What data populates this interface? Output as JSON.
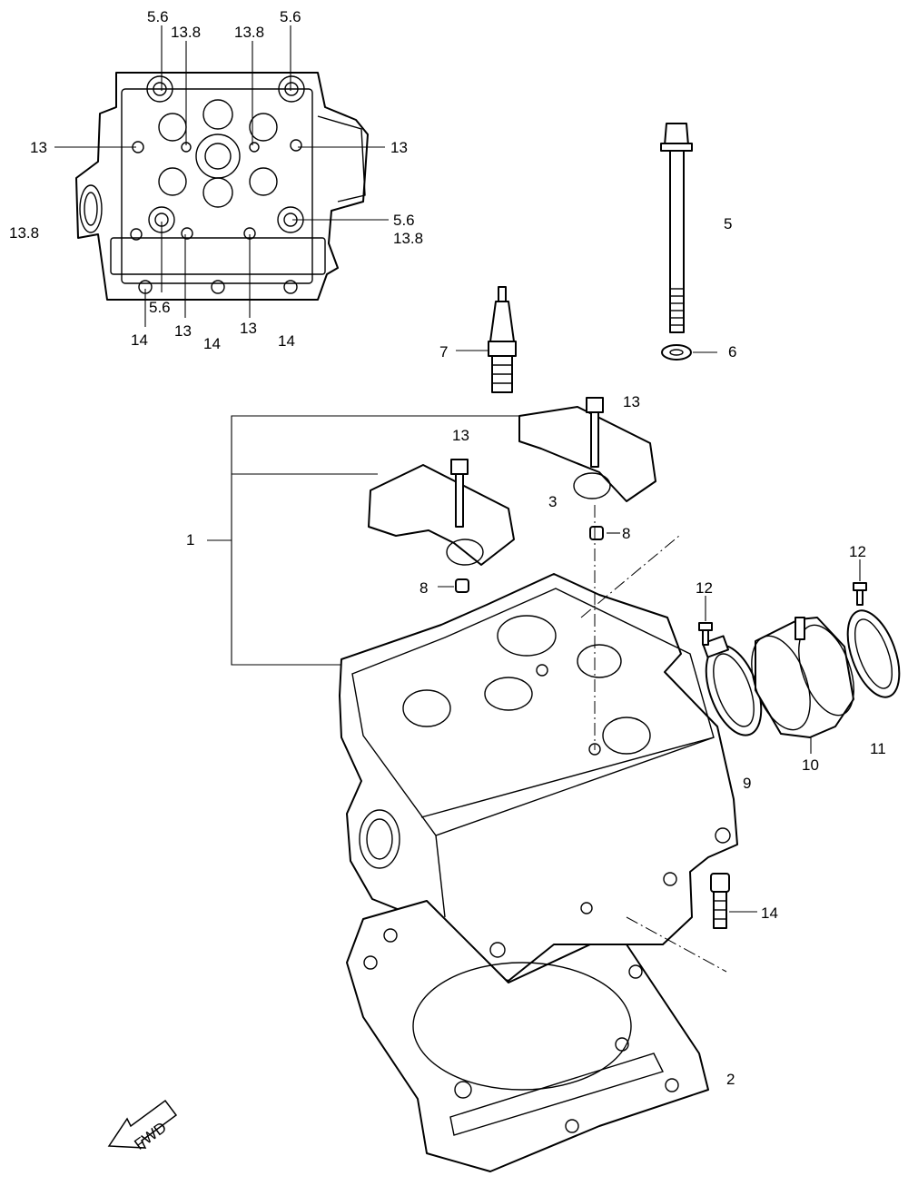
{
  "diagram": {
    "fwd_label": "FWD",
    "callouts": {
      "c1": "1",
      "c2": "2",
      "c3": "3",
      "c5": "5",
      "c6": "6",
      "c7": "7",
      "c8a": "8",
      "c8b": "8",
      "c9": "9",
      "c10": "10",
      "c11": "11",
      "c12a": "12",
      "c12b": "12",
      "c13a": "13",
      "c13b": "13",
      "c14": "14"
    },
    "top_view": {
      "torque_top_left": "5.6",
      "torque_top_mid_left": "13.8",
      "torque_top_mid_right": "13.8",
      "torque_top_right": "5.6",
      "bolt_left": "13",
      "bolt_right": "13",
      "torque_left_side": "13.8",
      "torque_right_a": "5.6",
      "torque_right_b": "13.8",
      "torque_bottom_left": "5.6",
      "bolt_bottom_a": "13",
      "bolt_bottom_b": "13",
      "stud_bottom_a": "14",
      "stud_bottom_b": "14",
      "stud_bottom_c": "14"
    }
  }
}
